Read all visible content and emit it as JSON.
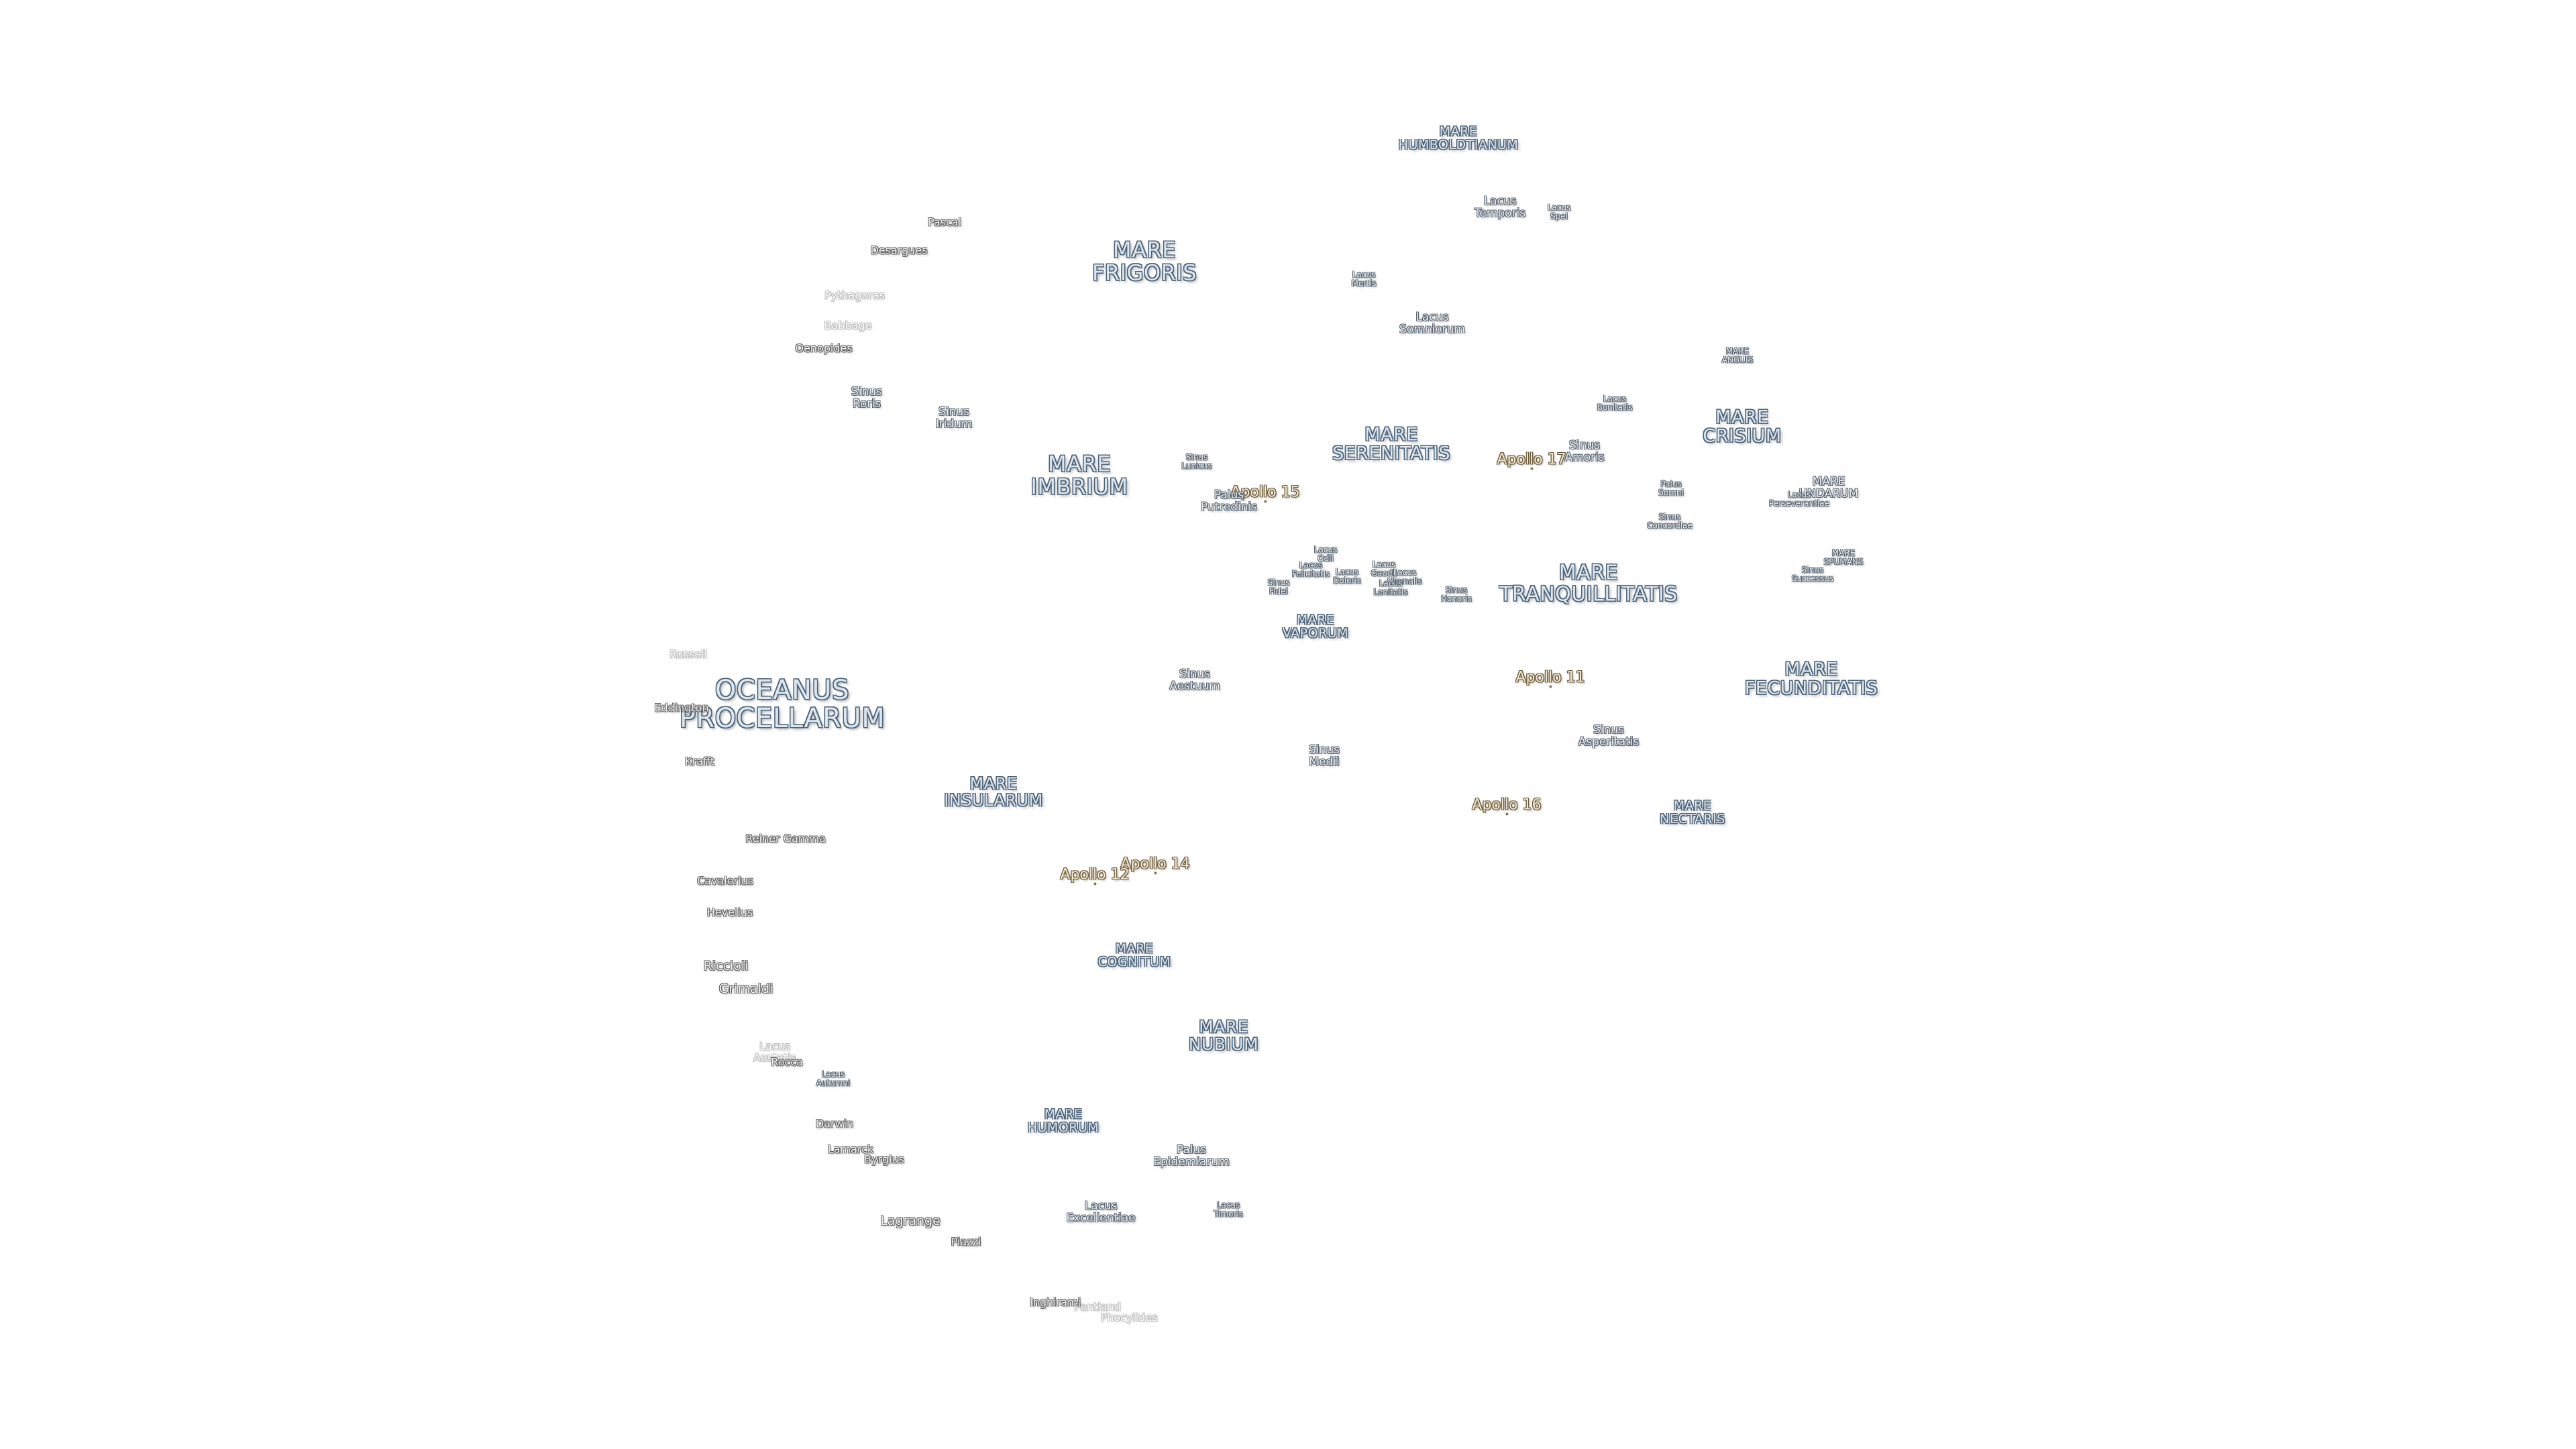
{
  "labels": [
    {
      "id": "mare-humboldtianum",
      "text": "MARE\nHUMBOLDTIANUM",
      "kind": "mare-sm"
    },
    {
      "id": "lacus-temporis",
      "text": "Lacus\nTemporis",
      "kind": "minor"
    },
    {
      "id": "lacus-spei",
      "text": "Lacus\nSpei",
      "kind": "minor-xs"
    },
    {
      "id": "pascal",
      "text": "Pascal",
      "kind": "crater"
    },
    {
      "id": "desargues",
      "text": "Desargues",
      "kind": "crater"
    },
    {
      "id": "mare-frigoris",
      "text": "MARE\nFRIGORIS",
      "kind": "mare"
    },
    {
      "id": "lacus-mortis",
      "text": "Lacus\nMortis",
      "kind": "minor-xs"
    },
    {
      "id": "pythagoras",
      "text": "Pythagoras",
      "kind": "crater-faint"
    },
    {
      "id": "babbage",
      "text": "Babbage",
      "kind": "crater-faint"
    },
    {
      "id": "oenopides",
      "text": "Oenopides",
      "kind": "crater"
    },
    {
      "id": "lacus-somniorum",
      "text": "Lacus\nSomniorum",
      "kind": "minor"
    },
    {
      "id": "mare-anguis",
      "text": "MARE\nANGUIS",
      "kind": "minor-xs"
    },
    {
      "id": "sinus-roris",
      "text": "Sinus\nRoris",
      "kind": "minor"
    },
    {
      "id": "sinus-iridum",
      "text": "Sinus\nIridum",
      "kind": "minor"
    },
    {
      "id": "lacus-bonitatis",
      "text": "Lacus\nBonitatis",
      "kind": "minor-xs"
    },
    {
      "id": "mare-crisium",
      "text": "MARE\nCRISIUM",
      "kind": "mare-mid"
    },
    {
      "id": "mare-serenitatis",
      "text": "MARE\nSERENITATIS",
      "kind": "mare-mid"
    },
    {
      "id": "sinus-amoris",
      "text": "Sinus\nAmoris",
      "kind": "minor"
    },
    {
      "id": "apollo-17",
      "text": "Apollo 17",
      "kind": "apollo"
    },
    {
      "id": "mare-imbrium",
      "text": "MARE\nIMBRIUM",
      "kind": "mare"
    },
    {
      "id": "sinus-lunicus",
      "text": "Sinus\nLunicus",
      "kind": "minor-xs"
    },
    {
      "id": "apollo-15",
      "text": "Apollo 15",
      "kind": "apollo"
    },
    {
      "id": "palus-putredinis",
      "text": "Palus\nPutredinis",
      "kind": "minor"
    },
    {
      "id": "palus-somni",
      "text": "Palus\nSomni",
      "kind": "minor-xs"
    },
    {
      "id": "mare-undarum",
      "text": "MARE\nUNDARUM",
      "kind": "minor"
    },
    {
      "id": "lacus-perseverantiae",
      "text": "Lacus\nPerseverantiae",
      "kind": "minor-xs"
    },
    {
      "id": "sinus-concordiae",
      "text": "Sinus\nConcordiae",
      "kind": "minor-xs"
    },
    {
      "id": "mare-spumans",
      "text": "MARE\nSPUMANS",
      "kind": "minor-xs"
    },
    {
      "id": "sinus-successus",
      "text": "Sinus\nSuccessus",
      "kind": "minor-xs"
    },
    {
      "id": "lacus-odii",
      "text": "Lacus\nOdii",
      "kind": "minor-xs"
    },
    {
      "id": "lacus-felicitatis",
      "text": "Lacus\nFelicitatis",
      "kind": "minor-xs"
    },
    {
      "id": "lacus-doloris",
      "text": "Lacus\nDoloris",
      "kind": "minor-xs"
    },
    {
      "id": "lacus-gaudii",
      "text": "Lacus\nGaudii",
      "kind": "minor-xs"
    },
    {
      "id": "lacus-hiemalis",
      "text": "Lacus\nHiemalis",
      "kind": "minor-xs"
    },
    {
      "id": "lacus-lenitatis",
      "text": "Lacus\nLenitatis",
      "kind": "minor-xs"
    },
    {
      "id": "sinus-fidei",
      "text": "Sinus\nFidei",
      "kind": "minor-xs"
    },
    {
      "id": "sinus-honoris",
      "text": "Sinus\nHonoris",
      "kind": "minor-xs"
    },
    {
      "id": "mare-tranquillitatis",
      "text": "MARE\nTRANQUILLITATIS",
      "kind": "mare"
    },
    {
      "id": "mare-vaporum",
      "text": "MARE\nVAPORUM",
      "kind": "mare-sm"
    },
    {
      "id": "russell",
      "text": "Russell",
      "kind": "crater-faint"
    },
    {
      "id": "oceanus-procellarum",
      "text": "OCEANUS\nPROCELLARUM",
      "kind": "mare-xl"
    },
    {
      "id": "eddington",
      "text": "Eddington",
      "kind": "crater"
    },
    {
      "id": "sinus-aestuum",
      "text": "Sinus\nAestuum",
      "kind": "minor"
    },
    {
      "id": "apollo-11",
      "text": "Apollo 11",
      "kind": "apollo"
    },
    {
      "id": "mare-fecunditatis",
      "text": "MARE\nFECUNDITATIS",
      "kind": "mare-mid"
    },
    {
      "id": "sinus-asperitatis",
      "text": "Sinus\nAsperitatis",
      "kind": "minor"
    },
    {
      "id": "krafft",
      "text": "Krafft",
      "kind": "crater"
    },
    {
      "id": "sinus-medii",
      "text": "Sinus\nMedii",
      "kind": "minor"
    },
    {
      "id": "mare-insularum",
      "text": "MARE\nINSULARUM",
      "kind": "mare-mid"
    },
    {
      "id": "apollo-16",
      "text": "Apollo 16",
      "kind": "apollo"
    },
    {
      "id": "mare-nectaris",
      "text": "MARE\nNECTARIS",
      "kind": "mare-sm"
    },
    {
      "id": "reiner-gamma",
      "text": "Reiner Gamma",
      "kind": "crater"
    },
    {
      "id": "apollo-14",
      "text": "Apollo 14",
      "kind": "apollo"
    },
    {
      "id": "apollo-12",
      "text": "Apollo 12",
      "kind": "apollo"
    },
    {
      "id": "cavalerius",
      "text": "Cavalerius",
      "kind": "crater"
    },
    {
      "id": "hevelius",
      "text": "Hevelius",
      "kind": "crater"
    },
    {
      "id": "mare-cognitum",
      "text": "MARE\nCOGNITUM",
      "kind": "mare-sm"
    },
    {
      "id": "riccioli",
      "text": "Riccioli",
      "kind": "crater-lg"
    },
    {
      "id": "grimaldi",
      "text": "Grimaldi",
      "kind": "crater-lg"
    },
    {
      "id": "mare-nubium",
      "text": "MARE\nNUBIUM",
      "kind": "mare-mid"
    },
    {
      "id": "lacus-aestatis",
      "text": "Lacus\nAestatis",
      "kind": "crater-faint"
    },
    {
      "id": "rocca",
      "text": "Rocca",
      "kind": "crater"
    },
    {
      "id": "lacus-autumni",
      "text": "Lacus\nAutumni",
      "kind": "minor-xs"
    },
    {
      "id": "mare-humorum",
      "text": "MARE\nHUMORUM",
      "kind": "mare-sm"
    },
    {
      "id": "darwin",
      "text": "Darwin",
      "kind": "crater"
    },
    {
      "id": "palus-epidemiarum",
      "text": "Palus\nEpidemiarum",
      "kind": "minor"
    },
    {
      "id": "lamarck",
      "text": "Lamarck",
      "kind": "crater"
    },
    {
      "id": "byrgius",
      "text": "Byrgius",
      "kind": "crater"
    },
    {
      "id": "lacus-excellentiae",
      "text": "Lacus\nExcellentiae",
      "kind": "minor"
    },
    {
      "id": "lacus-timoris",
      "text": "Lacus\nTimoris",
      "kind": "minor-xs"
    },
    {
      "id": "lagrange",
      "text": "Lagrange",
      "kind": "crater-lg"
    },
    {
      "id": "piazzi",
      "text": "Piazzi",
      "kind": "crater"
    },
    {
      "id": "inghirami",
      "text": "Inghirami",
      "kind": "crater"
    },
    {
      "id": "pentland",
      "text": "Pentland",
      "kind": "crater-faint"
    },
    {
      "id": "phocylides",
      "text": "Phocylides",
      "kind": "crater-faint"
    }
  ]
}
